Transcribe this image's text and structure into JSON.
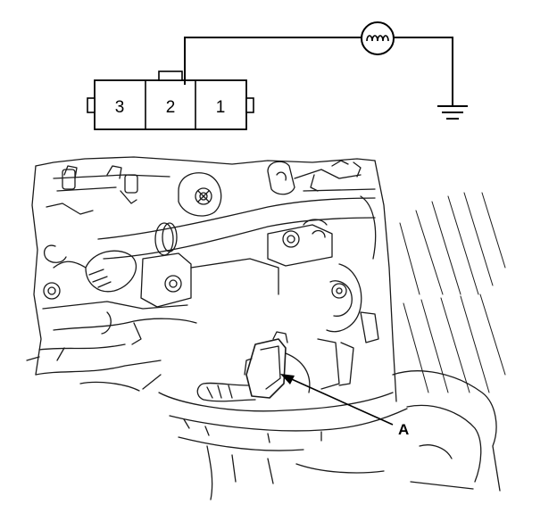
{
  "connector": {
    "pins": [
      {
        "label": "3"
      },
      {
        "label": "2"
      },
      {
        "label": "1"
      }
    ]
  },
  "callout": {
    "label": "A"
  },
  "colors": {
    "ink": "#000000",
    "paper": "#ffffff",
    "sketch": "#1a1a1a"
  },
  "icons": {
    "lamp": "test-lamp-icon",
    "ground": "ground-symbol-icon"
  }
}
